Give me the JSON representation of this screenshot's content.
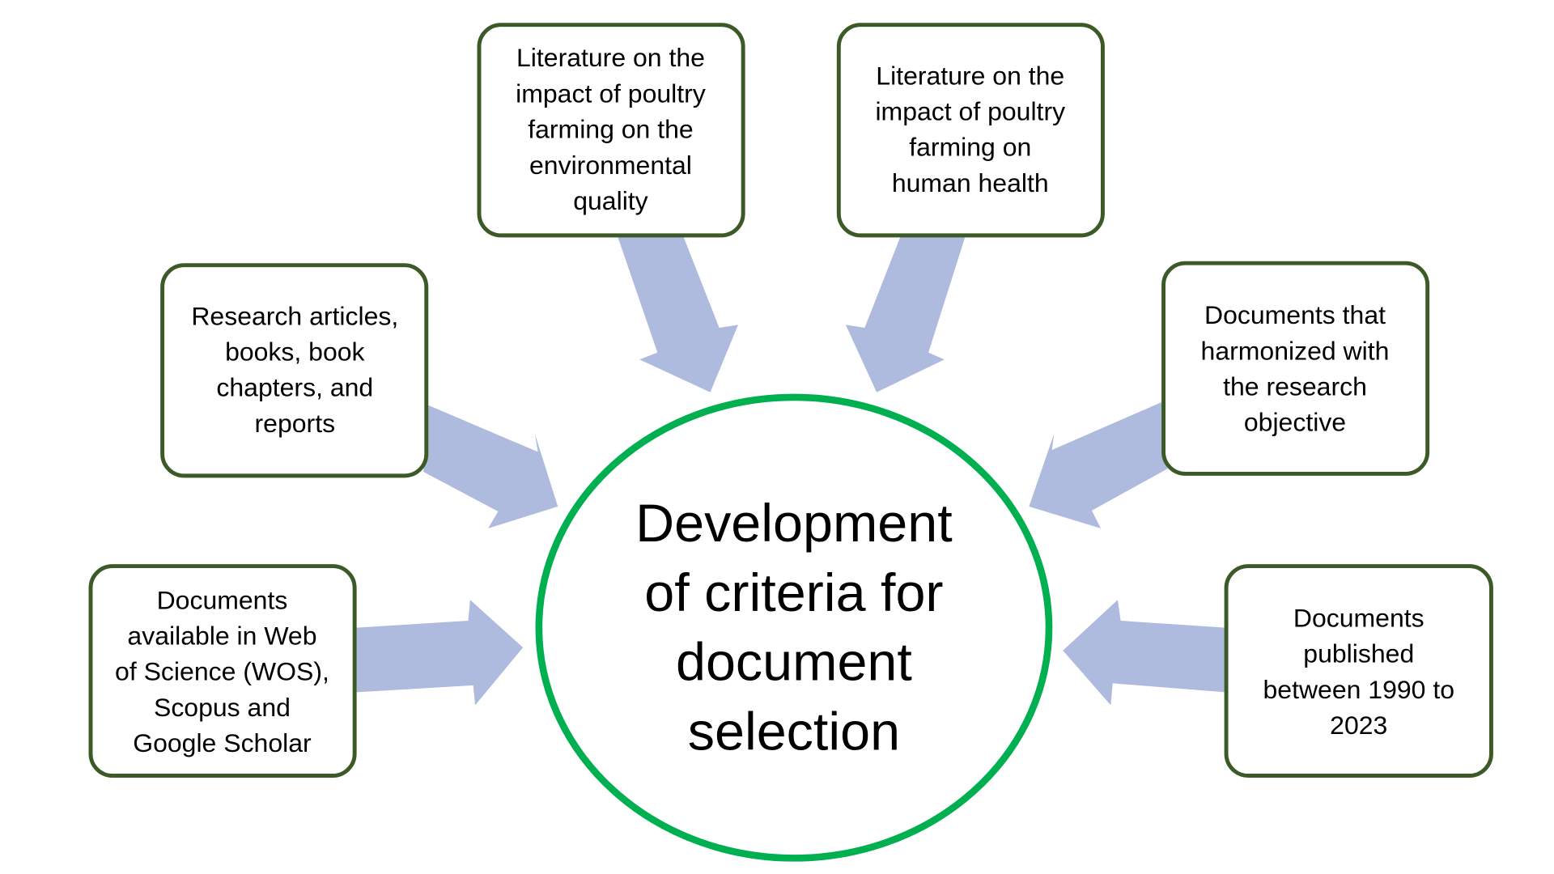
{
  "center": {
    "lines": [
      "Development",
      "of criteria for",
      "document",
      "selection"
    ]
  },
  "boxes": {
    "env": {
      "lines": [
        "Literature on the",
        "impact of poultry",
        "farming on the",
        "environmental",
        "quality"
      ]
    },
    "health": {
      "lines": [
        "Literature on the",
        "impact of poultry",
        "farming on",
        "human health"
      ]
    },
    "types": {
      "lines": [
        "Research articles,",
        "books, book",
        "chapters, and",
        "reports"
      ]
    },
    "objective": {
      "lines": [
        "Documents that",
        "harmonized with",
        "the research",
        "objective"
      ]
    },
    "databases": {
      "lines": [
        "Documents",
        "available in Web",
        "of Science (WOS),",
        "Scopus and",
        "Google Scholar"
      ]
    },
    "years": {
      "lines": [
        "Documents",
        "published",
        "between 1990 to",
        "2023"
      ]
    }
  },
  "colors": {
    "circle": "#00b050",
    "box_border": "#3b5a26",
    "arrow": "#aebbdf"
  }
}
